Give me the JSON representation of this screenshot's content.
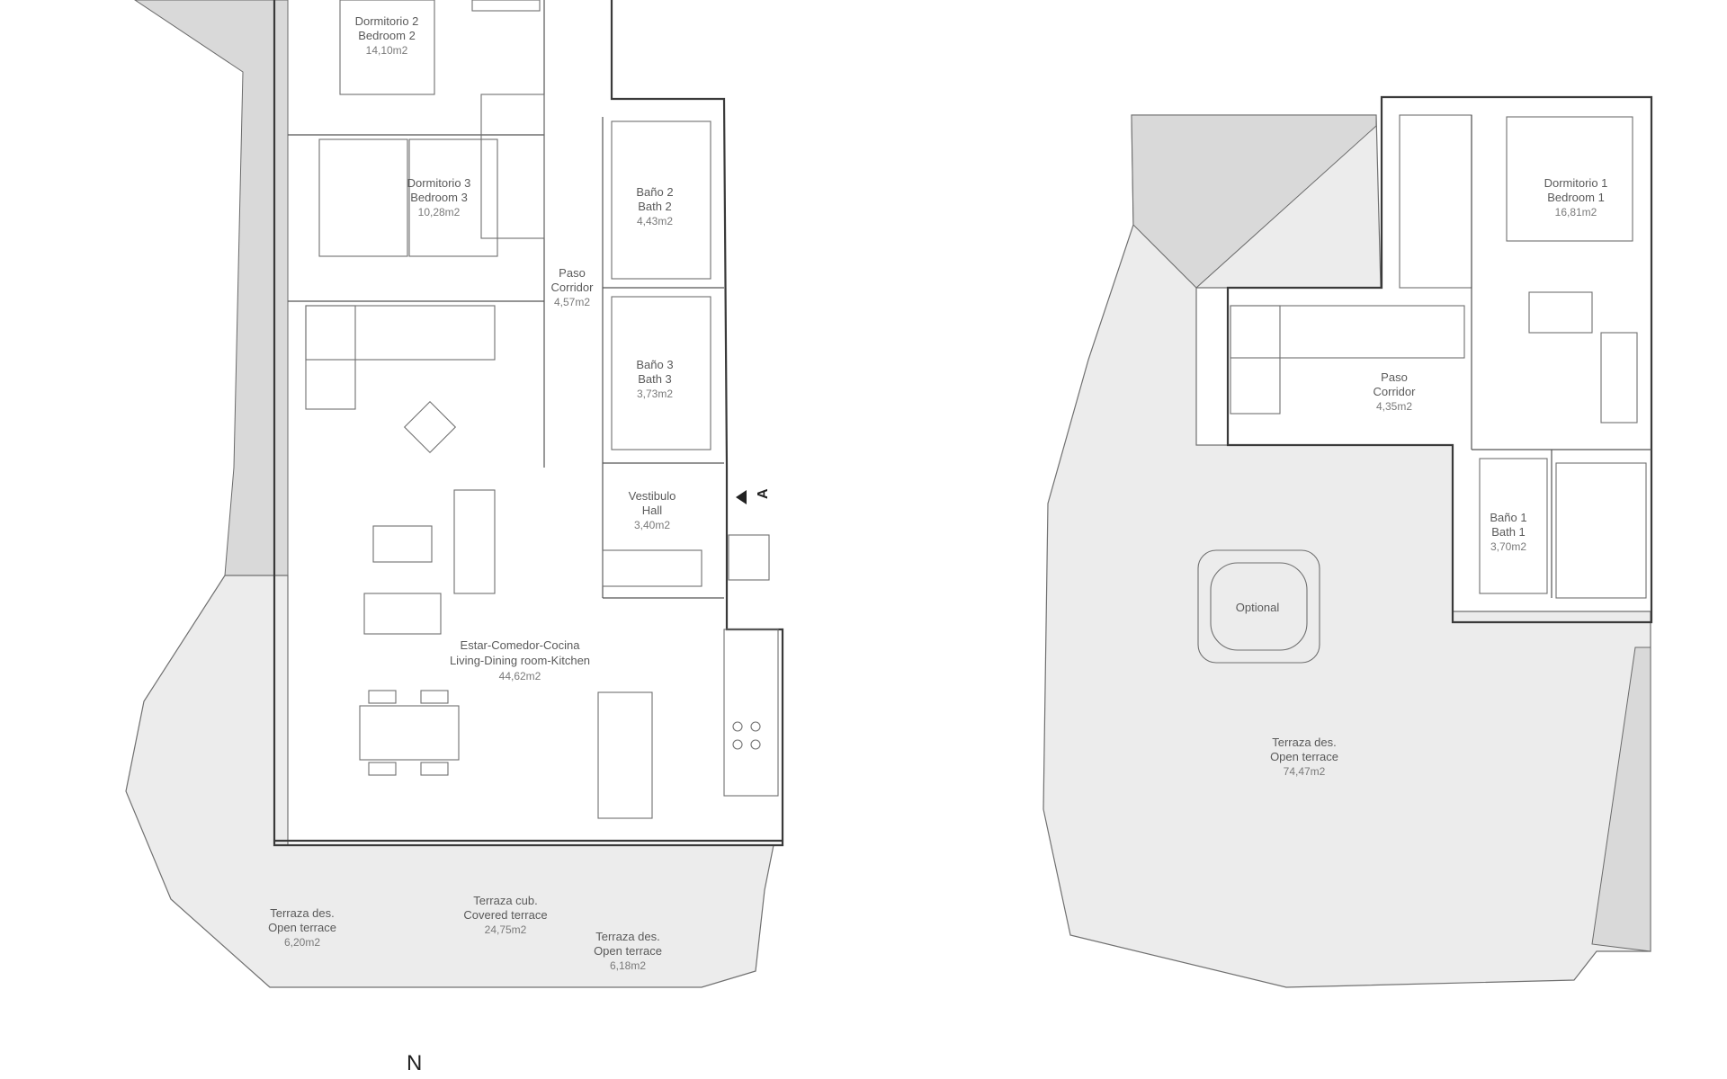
{
  "ground_floor": {
    "rooms": [
      {
        "name": "Dormitorio 2",
        "name_en": "Bedroom 2",
        "area": "14,10m2"
      },
      {
        "name": "Dormitorio 3",
        "name_en": "Bedroom 3",
        "area": "10,28m2"
      },
      {
        "name": "Baño 2",
        "name_en": "Bath 2",
        "area": "4,43m2"
      },
      {
        "name": "Paso",
        "name_en": "Corridor",
        "area": "4,57m2"
      },
      {
        "name": "Baño 3",
        "name_en": "Bath 3",
        "area": "3,73m2"
      },
      {
        "name": "Vestibulo",
        "name_en": "Hall",
        "area": "3,40m2"
      },
      {
        "name": "Estar-Comedor-Cocina",
        "name_en": "Living-Dining room-Kitchen",
        "area": "44,62m2"
      },
      {
        "name": "Terraza des.",
        "name_en": "Open terrace",
        "area": "6,20m2"
      },
      {
        "name": "Terraza cub.",
        "name_en": "Covered terrace",
        "area": "24,75m2"
      },
      {
        "name": "Terraza des.",
        "name_en": "Open terrace",
        "area": "6,18m2"
      }
    ],
    "entry_marker": "A"
  },
  "upper_floor": {
    "rooms": [
      {
        "name": "Dormitorio 1",
        "name_en": "Bedroom 1",
        "area": "16,81m2"
      },
      {
        "name": "Paso",
        "name_en": "Corridor",
        "area": "4,35m2"
      },
      {
        "name": "Baño 1",
        "name_en": "Bath 1",
        "area": "3,70m2"
      },
      {
        "name": "Terraza des.",
        "name_en": "Open terrace",
        "area": "74,47m2"
      }
    ],
    "jacuzzi_label": "Optional"
  },
  "north_label": "N"
}
